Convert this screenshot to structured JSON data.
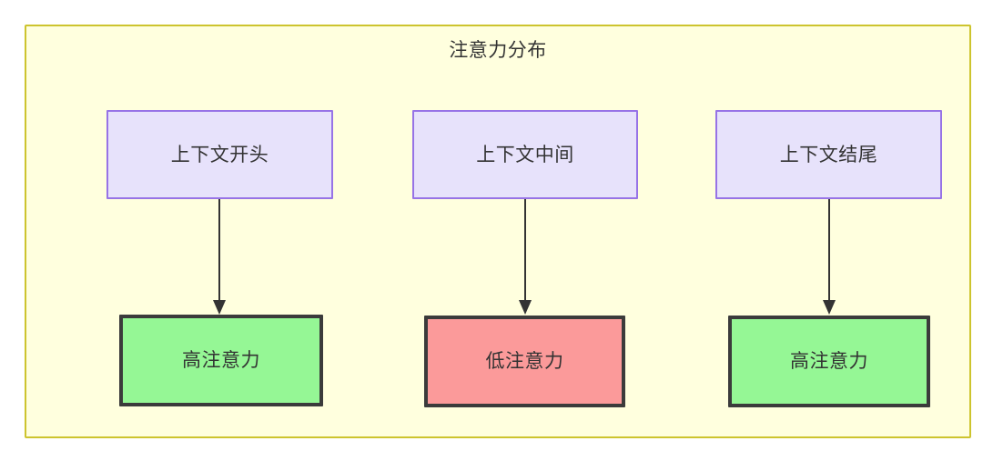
{
  "diagram": {
    "title": "注意力分布",
    "type": "flowchart",
    "direction": "top-to-bottom",
    "container_label": "注意力分布",
    "colors": {
      "container_fill": "#ffffde",
      "container_border": "#cdc42e",
      "context_fill": "#e7e2fb",
      "context_border": "#9773e6",
      "high_attention_fill": "#95f795",
      "low_attention_fill": "#fb9a9a",
      "attention_border": "#3b3b3b",
      "text": "#333333",
      "edge": "#333333"
    },
    "columns": [
      {
        "source": {
          "label": "上下文开头",
          "kind": "context-segment"
        },
        "target": {
          "label": "高注意力",
          "kind": "attention-level",
          "level": "high"
        },
        "edge": {
          "kind": "arrow",
          "label": ""
        }
      },
      {
        "source": {
          "label": "上下文中间",
          "kind": "context-segment"
        },
        "target": {
          "label": "低注意力",
          "kind": "attention-level",
          "level": "low"
        },
        "edge": {
          "kind": "arrow",
          "label": ""
        }
      },
      {
        "source": {
          "label": "上下文结尾",
          "kind": "context-segment"
        },
        "target": {
          "label": "高注意力",
          "kind": "attention-level",
          "level": "high"
        },
        "edge": {
          "kind": "arrow",
          "label": ""
        }
      }
    ]
  }
}
